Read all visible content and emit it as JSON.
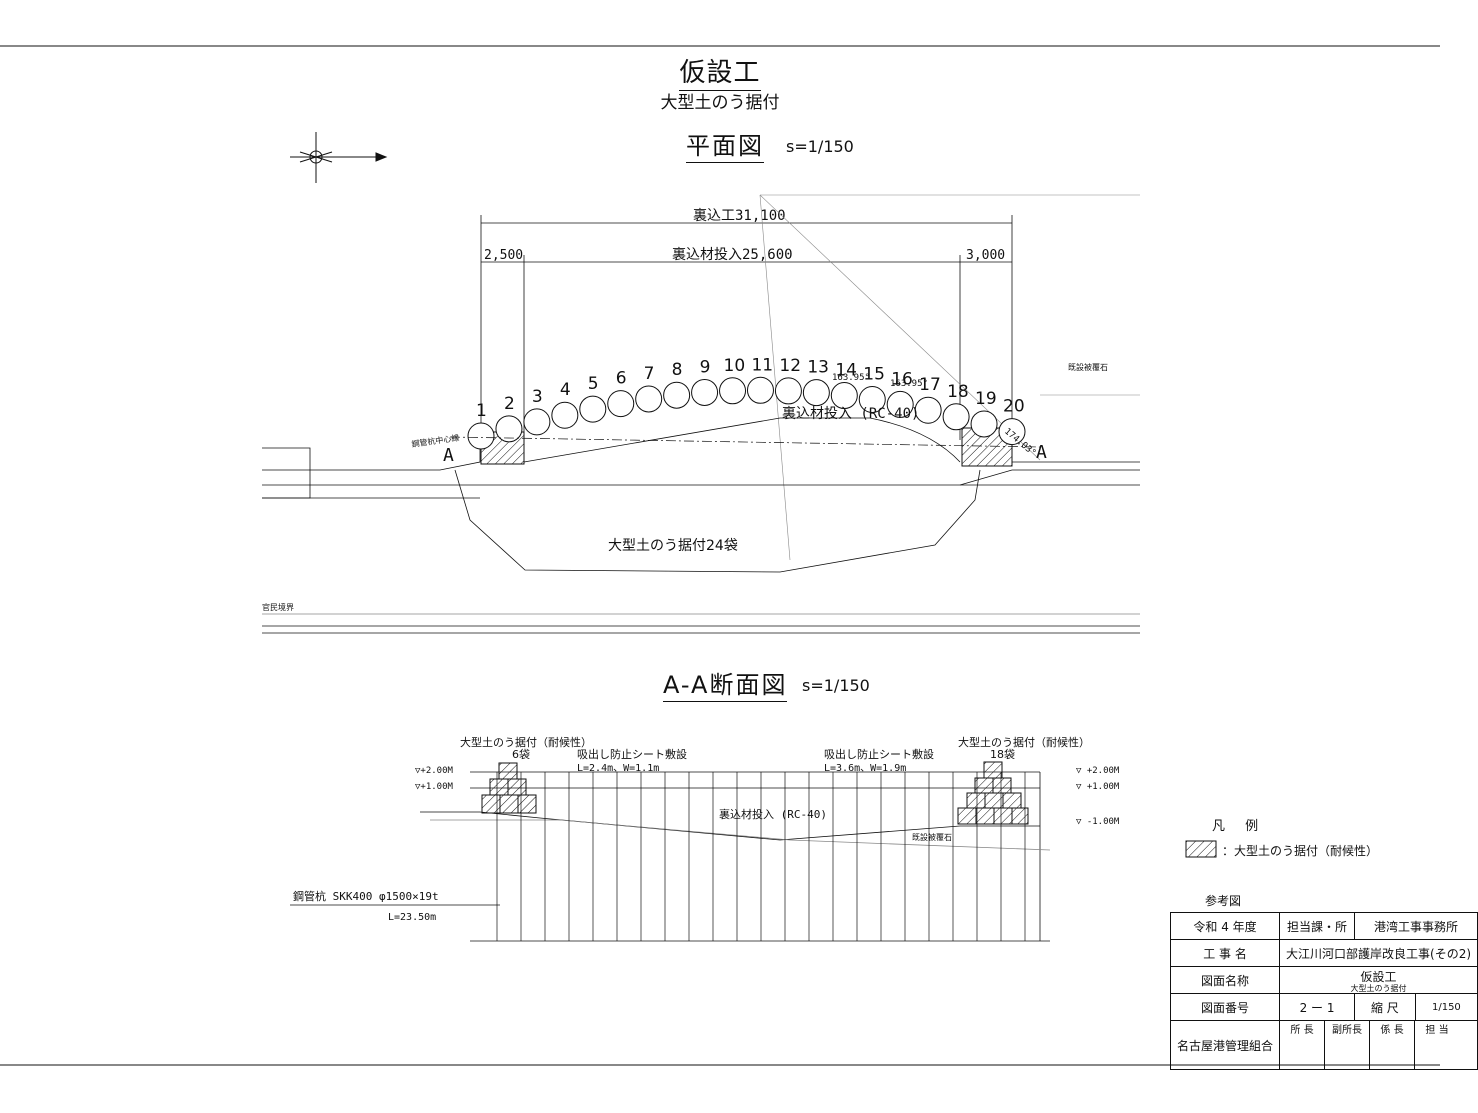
{
  "title": "仮設工",
  "subtitle": "大型土のう据付",
  "plan": {
    "heading": "平面図",
    "scale": "s=1/150",
    "dim_total": "裏込工31,100",
    "dim_left": "2,500",
    "dim_center": "裏込材投入25,600",
    "dim_right": "3,000",
    "bag_numbers": [
      "1",
      "2",
      "3",
      "4",
      "5",
      "6",
      "7",
      "8",
      "9",
      "10",
      "11",
      "12",
      "13",
      "14",
      "15",
      "16",
      "17",
      "18",
      "19",
      "20"
    ],
    "angle_1": "163.95°",
    "angle_2": "163.95°",
    "angle_3": "174.03°",
    "label_backfill": "裏込材投入 (RC-40)",
    "label_bags": "大型土のう据付24袋",
    "label_pile_center": "鋼管杭中心線",
    "label_existing": "既設被覆石",
    "label_boundary": "官民境界",
    "section_mark": "A"
  },
  "section": {
    "heading": "A-A断面図",
    "scale": "s=1/150",
    "left_bags_label": "大型土のう据付（耐候性）",
    "left_bags_count": "6袋",
    "right_bags_label": "大型土のう据付（耐候性）",
    "right_bags_count": "18袋",
    "left_sheet_label": "吸出し防止シート敷設",
    "left_sheet_dims": "L=2.4m、W=1.1m",
    "right_sheet_label": "吸出し防止シート敷設",
    "right_sheet_dims": "L=3.6m、W=1.9m",
    "backfill_label": "裏込材投入 (RC-40)",
    "existing_label": "既設被覆石",
    "left_levels": [
      "▽+2.00M",
      "▽+1.00M"
    ],
    "right_levels": [
      "▽ +2.00M",
      "▽ +1.00M",
      "▽ -1.00M"
    ],
    "pile_label": "鋼管杭 SKK400 φ1500×19t",
    "pile_length": "L=23.50m"
  },
  "legend": {
    "title": "凡 例",
    "item": "：大型土のう据付（耐候性）"
  },
  "title_block": {
    "ref": "参考図",
    "year": "令和 4 年度",
    "dept_label": "担当課・所",
    "dept_value": "港湾工事事務所",
    "project_label": "工 事 名",
    "project_value": "大江川河口部護岸改良工事(その2)",
    "drawing_label": "図面名称",
    "drawing_value": "仮設工",
    "drawing_sub": "大型土のう据付",
    "number_label": "図面番号",
    "number_value": "2 ー 1",
    "scale_label": "縮 尺",
    "scale_value": "1/150",
    "org": "名古屋港管理組合",
    "roles": [
      "所 長",
      "副所長",
      "係 長",
      "担 当"
    ]
  },
  "colors": {
    "line": "#111111",
    "faint": "#888888",
    "paper": "#ffffff"
  }
}
